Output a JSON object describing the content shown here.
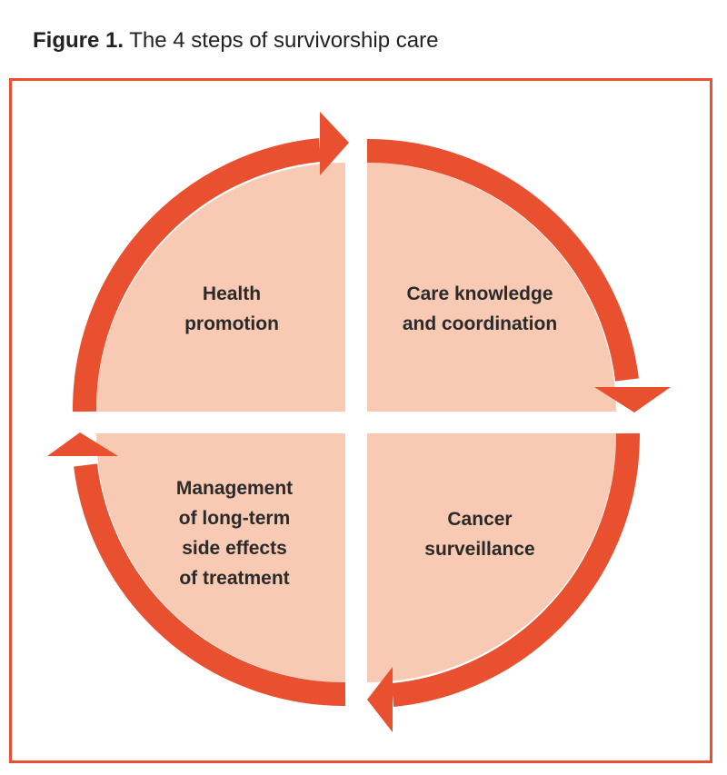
{
  "title": {
    "lead": "Figure 1.",
    "text": "The 4 steps of survivorship care"
  },
  "colors": {
    "accent": "#e8502f",
    "quadrant_fill": "#f8c9b3",
    "background": "#ffffff"
  },
  "quadrants": {
    "top_left": {
      "line1": "Health",
      "line2": "promotion"
    },
    "top_right": {
      "line1": "Care knowledge",
      "line2": "and coordination"
    },
    "bottom_right": {
      "line1": "Cancer",
      "line2": "surveillance"
    },
    "bottom_left": {
      "line1": "Management",
      "line2": "of long-term",
      "line3": "side effects",
      "line4": "of treatment"
    }
  }
}
